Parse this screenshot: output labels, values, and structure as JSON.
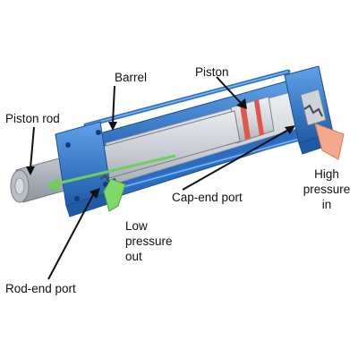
{
  "labels": {
    "barrel": "Barrel",
    "piston": "Piston",
    "piston_rod": "Piston rod",
    "cap_end_port": "Cap-end port",
    "rod_end_port": "Rod-end port",
    "high_pressure_in": [
      "High",
      "pressure",
      "in"
    ],
    "low_pressure_out": [
      "Low",
      "pressure",
      "out"
    ]
  },
  "colors": {
    "body_blue": "#3a7fd0",
    "body_blue_dark": "#1f5aa6",
    "rod_gray": "#c8ccd2",
    "piston_band": "#e0564a",
    "high_pressure_arrow": "#f4a98a",
    "low_pressure_arrow": "#7ed86a",
    "callout_line": "#111111"
  },
  "icons": {
    "high_pressure_arrow": "arrow-right-icon",
    "low_pressure_arrow": "arrow-left-icon"
  }
}
